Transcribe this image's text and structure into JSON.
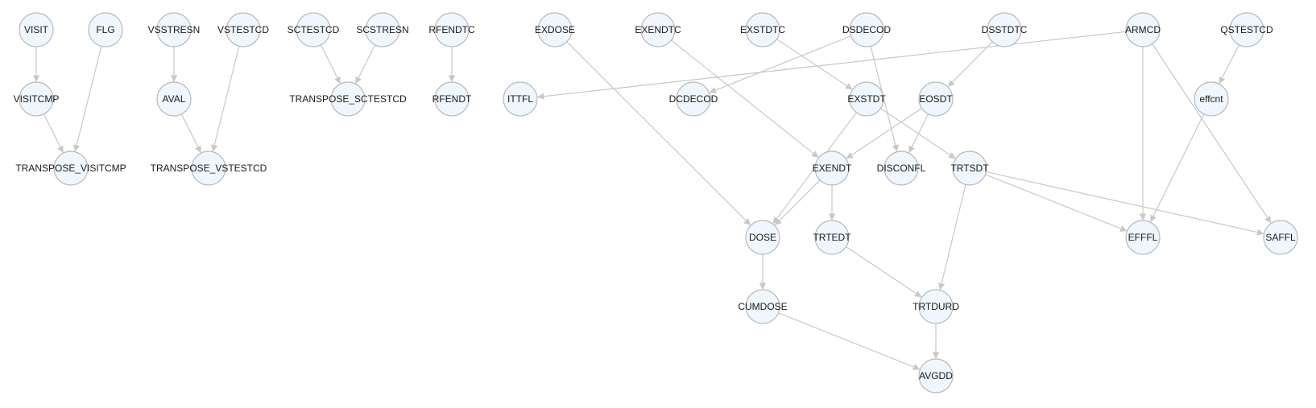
{
  "graph": {
    "nodes": [
      {
        "id": "VISIT",
        "label": "VISIT"
      },
      {
        "id": "FLG",
        "label": "FLG"
      },
      {
        "id": "VISITCMP",
        "label": "VISITCMP"
      },
      {
        "id": "TRANSPOSE_VISITCMP",
        "label": "TRANSPOSE_VISITCMP"
      },
      {
        "id": "VSSTRESN",
        "label": "VSSTRESN"
      },
      {
        "id": "VSTESTCD",
        "label": "VSTESTCD"
      },
      {
        "id": "AVAL",
        "label": "AVAL"
      },
      {
        "id": "TRANSPOSE_VSTESTCD",
        "label": "TRANSPOSE_VSTESTCD"
      },
      {
        "id": "SCTESTCD",
        "label": "SCTESTCD"
      },
      {
        "id": "SCSTRESN",
        "label": "SCSTRESN"
      },
      {
        "id": "TRANSPOSE_SCTESTCD",
        "label": "TRANSPOSE_SCTESTCD"
      },
      {
        "id": "RFENDTC",
        "label": "RFENDTC"
      },
      {
        "id": "RFENDT",
        "label": "RFENDT"
      },
      {
        "id": "EXDOSE",
        "label": "EXDOSE"
      },
      {
        "id": "EXENDTC",
        "label": "EXENDTC"
      },
      {
        "id": "EXSTDTC",
        "label": "EXSTDTC"
      },
      {
        "id": "DSDECOD",
        "label": "DSDECOD"
      },
      {
        "id": "DSSTDTC",
        "label": "DSSTDTC"
      },
      {
        "id": "ARMCD",
        "label": "ARMCD"
      },
      {
        "id": "QSTESTCD",
        "label": "QSTESTCD"
      },
      {
        "id": "ITTFL",
        "label": "ITTFL"
      },
      {
        "id": "DCDECOD",
        "label": "DCDECOD"
      },
      {
        "id": "EXSTDT",
        "label": "EXSTDT"
      },
      {
        "id": "EOSDT",
        "label": "EOSDT"
      },
      {
        "id": "effcnt",
        "label": "effcnt"
      },
      {
        "id": "EXENDT",
        "label": "EXENDT"
      },
      {
        "id": "DISCONFL",
        "label": "DISCONFL"
      },
      {
        "id": "TRTSDT",
        "label": "TRTSDT"
      },
      {
        "id": "DOSE",
        "label": "DOSE"
      },
      {
        "id": "TRTEDT",
        "label": "TRTEDT"
      },
      {
        "id": "EFFFL",
        "label": "EFFFL"
      },
      {
        "id": "SAFFL",
        "label": "SAFFL"
      },
      {
        "id": "CUMDOSE",
        "label": "CUMDOSE"
      },
      {
        "id": "TRTDURD",
        "label": "TRTDURD"
      },
      {
        "id": "AVGDD",
        "label": "AVGDD"
      }
    ],
    "edges": [
      [
        "VISIT",
        "VISITCMP"
      ],
      [
        "VISITCMP",
        "TRANSPOSE_VISITCMP"
      ],
      [
        "FLG",
        "TRANSPOSE_VISITCMP"
      ],
      [
        "VSSTRESN",
        "AVAL"
      ],
      [
        "AVAL",
        "TRANSPOSE_VSTESTCD"
      ],
      [
        "VSTESTCD",
        "TRANSPOSE_VSTESTCD"
      ],
      [
        "SCTESTCD",
        "TRANSPOSE_SCTESTCD"
      ],
      [
        "SCSTRESN",
        "TRANSPOSE_SCTESTCD"
      ],
      [
        "RFENDTC",
        "RFENDT"
      ],
      [
        "ARMCD",
        "ITTFL"
      ],
      [
        "DSDECOD",
        "DCDECOD"
      ],
      [
        "EXSTDTC",
        "EXSTDT"
      ],
      [
        "DSSTDTC",
        "EOSDT"
      ],
      [
        "QSTESTCD",
        "effcnt"
      ],
      [
        "EXENDTC",
        "EXENDT"
      ],
      [
        "EOSDT",
        "EXENDT"
      ],
      [
        "DSDECOD",
        "DISCONFL"
      ],
      [
        "EOSDT",
        "DISCONFL"
      ],
      [
        "EXSTDT",
        "TRTSDT"
      ],
      [
        "EXDOSE",
        "DOSE"
      ],
      [
        "EXSTDT",
        "DOSE"
      ],
      [
        "EXENDT",
        "DOSE"
      ],
      [
        "EXENDT",
        "TRTEDT"
      ],
      [
        "ARMCD",
        "EFFFL"
      ],
      [
        "effcnt",
        "EFFFL"
      ],
      [
        "TRTSDT",
        "EFFFL"
      ],
      [
        "ARMCD",
        "SAFFL"
      ],
      [
        "TRTSDT",
        "SAFFL"
      ],
      [
        "DOSE",
        "CUMDOSE"
      ],
      [
        "TRTEDT",
        "TRTDURD"
      ],
      [
        "TRTSDT",
        "TRTDURD"
      ],
      [
        "CUMDOSE",
        "AVGDD"
      ],
      [
        "TRTDURD",
        "AVGDD"
      ]
    ]
  }
}
